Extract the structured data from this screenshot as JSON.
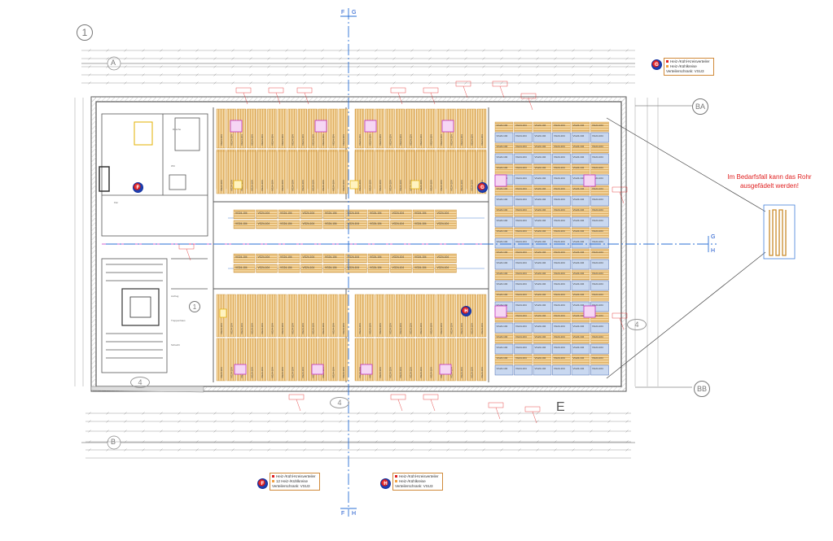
{
  "drawing": {
    "axis_top": {
      "left": "F",
      "right": "G"
    },
    "axis_bottom": {
      "left": "F",
      "right": "H"
    },
    "axis_right": {
      "top": "G",
      "bottom": "H"
    },
    "grid_number": "1",
    "grid_a": "A",
    "grid_b": "B",
    "grid_ba": "BA",
    "grid_bb": "BB",
    "room_tags": [
      "4",
      "4",
      "4",
      "1"
    ],
    "zone_letter": "E",
    "note": "Im Bedarfsfall kann das Rohr ausgefädelt werden!",
    "panel_label": "VG24-104"
  },
  "legends": {
    "top_right": {
      "marker": "G",
      "line1": "Heiz-/Kühl-Kreisverteiler",
      "line2": "Heiz-/Kühlkreise",
      "line3": "Verteilerschrank: VSU3"
    },
    "bottom_left": {
      "marker": "F",
      "line1": "Heiz-/Kühl-Kreisverteiler",
      "line2": "12 Heiz-/Kühlkreise",
      "line3": "Verteilerschrank: VSU3"
    },
    "bottom_mid": {
      "marker": "H",
      "line1": "Heiz-/Kühl-Kreisverteiler",
      "line2": "Heiz-/Kühlkreise",
      "line3": "Verteilerschrank: VSU3"
    }
  },
  "colors": {
    "panel_fill": "#f2d39b",
    "panel_line": "#c98a2a",
    "blue_panel_fill": "#c9d8f0",
    "blue_panel_line": "#2a4fa0",
    "wall": "#555555",
    "dim": "#999999",
    "axis": "#2a6fd6",
    "note_red": "#e02020",
    "magenta": "#c030c0"
  }
}
